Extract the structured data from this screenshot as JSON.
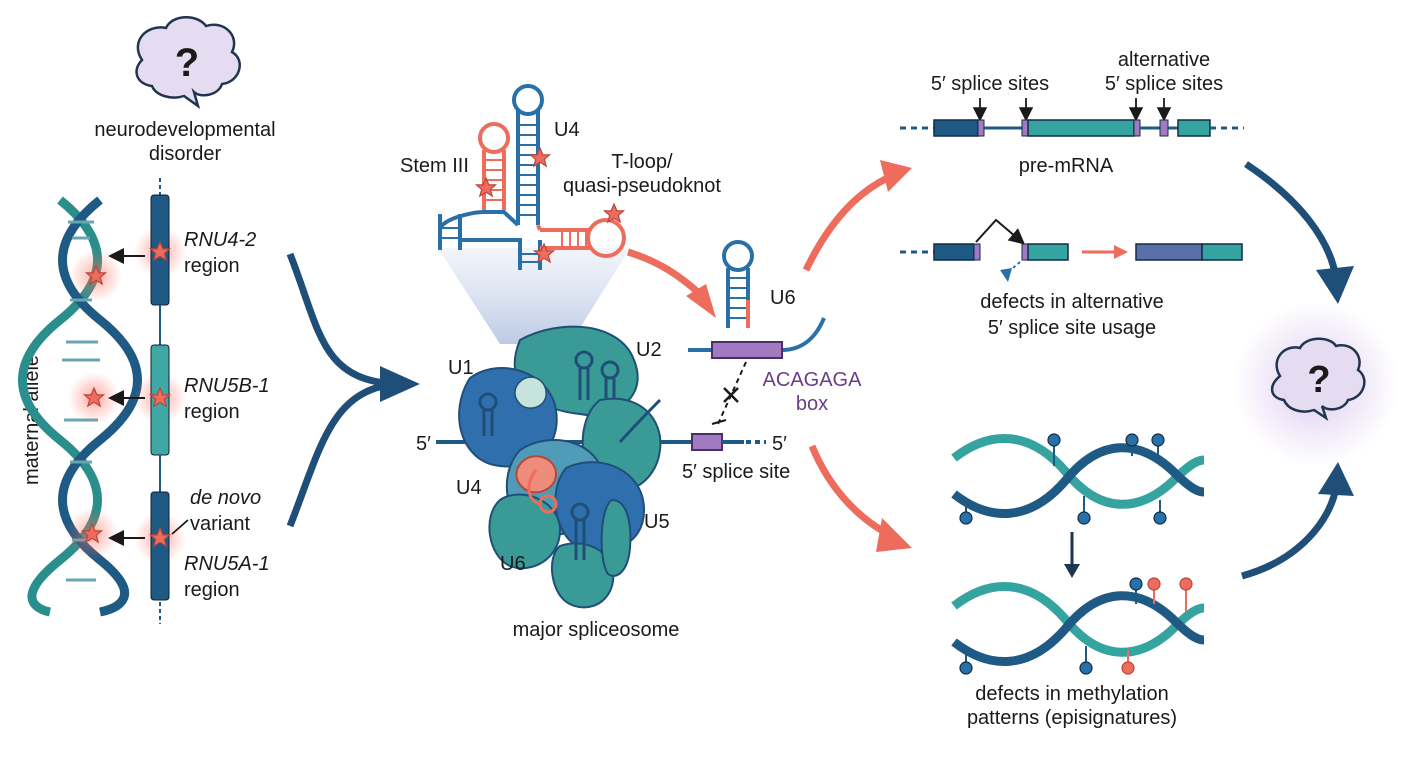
{
  "left": {
    "disorder_line1": "neurodevelopmental",
    "disorder_line2": "disorder",
    "allele_label": "maternal allele",
    "gene1": "RNU4-2",
    "gene2": "RNU5B-1",
    "gene3": "RNU5A-1",
    "region": "region",
    "variant_line1": "de novo",
    "variant_line2": "variant",
    "question_mark": "?"
  },
  "middle": {
    "stem3": "Stem III",
    "u4_top": "U4",
    "tloop_line1": "T-loop/",
    "tloop_line2": "quasi-pseudoknot",
    "u6_top": "U6",
    "acagaga": "ACAGAGA",
    "box": "box",
    "splice_site": "5′ splice site",
    "five_prime_left": "5′",
    "five_prime_right": "5′",
    "u1": "U1",
    "u2": "U2",
    "u4": "U4",
    "u5": "U5",
    "u6": "U6",
    "spliceosome": "major spliceosome"
  },
  "right": {
    "splice_sites": "5′ splice sites",
    "alt_line1": "alternative",
    "alt_line2": "5′ splice sites",
    "premrna": "pre-mRNA",
    "defect_alt_line1": "defects in alternative",
    "defect_alt_line2": "5′ splice site usage",
    "defect_meth_line1": "defects in methylation",
    "defect_meth_line2": "patterns (episignatures)",
    "question_mark": "?"
  },
  "colors": {
    "dark_blue": "#1f5a85",
    "mid_blue": "#2a70a8",
    "teal": "#35a3a0",
    "salmon": "#ee6c5c",
    "purple": "#a27ac2",
    "mark_purple": "#6a3d88",
    "lavender": "#5b6ea8"
  }
}
